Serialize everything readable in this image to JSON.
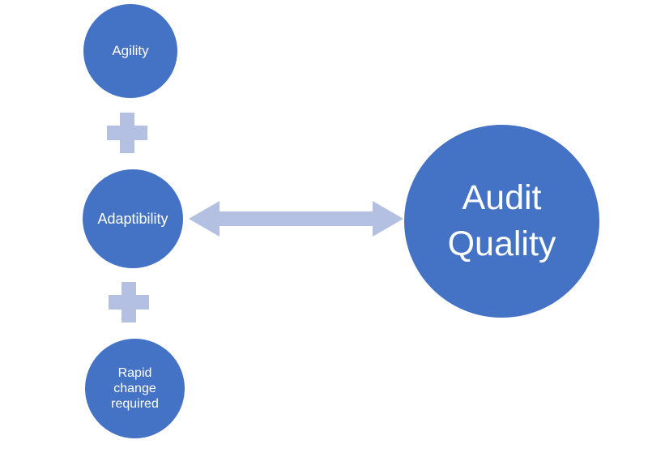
{
  "diagram": {
    "type": "relationship-diagram",
    "colors": {
      "circle_fill": "#4472C4",
      "connector_fill": "#B3C0E2",
      "label_text": "#FFFFFF",
      "background": "#FFFFFF"
    },
    "input_circles": [
      {
        "label": "Agility"
      },
      {
        "label": "Adaptibility"
      },
      {
        "label": "Rapid change required"
      }
    ],
    "connectors": {
      "plus_icon": "+",
      "arrow_icon": "double-headed-horizontal-arrow"
    },
    "result_circle": {
      "label": "Audit Quality"
    }
  }
}
